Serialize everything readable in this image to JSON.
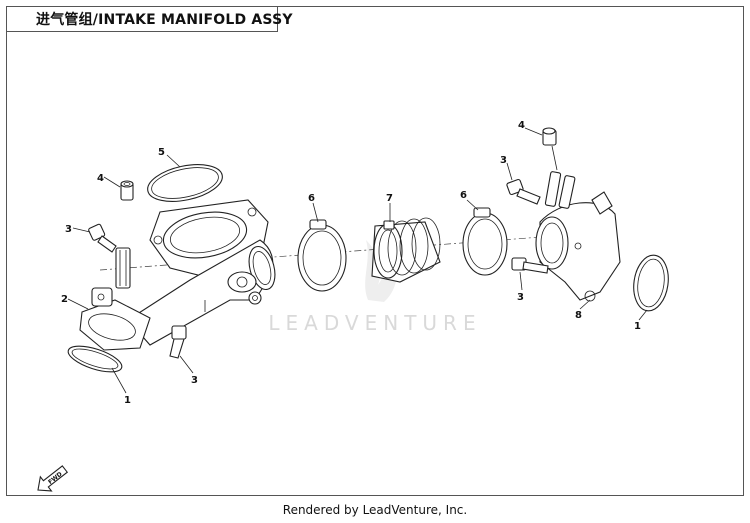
{
  "header": {
    "title": "进气管组/INTAKE MANIFOLD ASSY"
  },
  "callouts": {
    "l1a": "1",
    "l1b": "1",
    "l2": "2",
    "l3a": "3",
    "l3b": "3",
    "l3c": "3",
    "l3d": "3",
    "l4a": "4",
    "l4b": "4",
    "l5": "5",
    "l6a": "6",
    "l6b": "6",
    "l7": "7",
    "l8": "8"
  },
  "fwd_label": "FWD",
  "watermark": "LEADVENTURE",
  "footer": {
    "text": "Rendered by LeadVenture, Inc."
  }
}
